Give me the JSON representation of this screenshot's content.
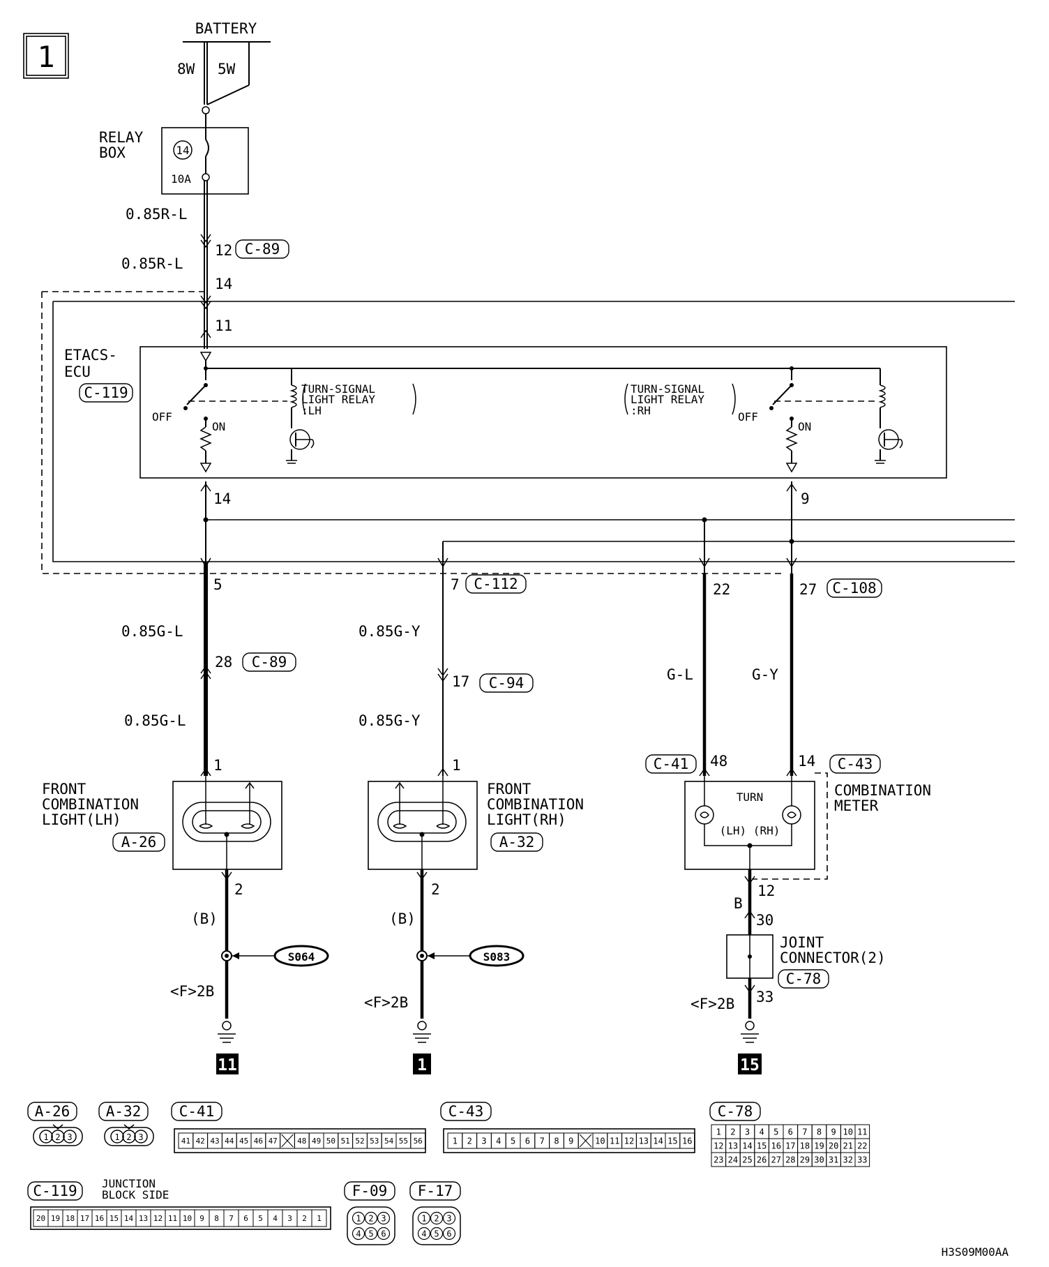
{
  "page_number": "1",
  "battery": {
    "label": "BATTERY",
    "fuse_a": "8W",
    "fuse_b": "5W"
  },
  "relay_box": {
    "label_line1": "RELAY",
    "label_line2": "BOX",
    "fuse_no": "14",
    "fuse_rating": "10A"
  },
  "feed_wire": {
    "upper": "0.85R-L",
    "lower": "0.85R-L",
    "pin_c89": "12",
    "conn_c89": "C-89",
    "pin_14": "14",
    "pin_11": "11"
  },
  "etacs": {
    "label_line1": "ETACS-",
    "label_line2": "ECU",
    "connector": "C-119",
    "relay_lh": {
      "line1": "TURN-SIGNAL",
      "line2": "LIGHT RELAY",
      "line3": ":LH",
      "off": "OFF",
      "on": "ON"
    },
    "relay_rh": {
      "line1": "TURN-SIGNAL",
      "line2": "LIGHT RELAY",
      "line3": ":RH",
      "off": "OFF",
      "on": "ON"
    },
    "pin_out_lh": "14",
    "pin_out_rh": "9"
  },
  "circuit_lh": {
    "pin_top": "5",
    "wire1": "0.85G-L",
    "pin_mid": "28",
    "conn_mid": "C-89",
    "wire2": "0.85G-L",
    "pin_lamp": "1",
    "lamp_line1": "FRONT",
    "lamp_line2": "COMBINATION",
    "lamp_line3": "LIGHT(LH)",
    "lamp_conn": "A-26",
    "pin_ground": "2",
    "ground_wire": "(B)",
    "splice": "S064",
    "ground_wire2": "<F>2B",
    "ground_no": "11"
  },
  "circuit_rh": {
    "pin_top": "7",
    "conn_top": "C-112",
    "wire1": "0.85G-Y",
    "pin_mid": "17",
    "conn_mid": "C-94",
    "wire2": "0.85G-Y",
    "pin_lamp": "1",
    "lamp_line1": "FRONT",
    "lamp_line2": "COMBINATION",
    "lamp_line3": "LIGHT(RH)",
    "lamp_conn": "A-32",
    "pin_ground": "2",
    "ground_wire": "(B)",
    "splice": "S083",
    "ground_wire2": "<F>2B",
    "ground_no": "1"
  },
  "meter": {
    "pin_lh_top": "22",
    "pin_rh_top": "27",
    "conn_top": "C-108",
    "wire_lh": "G-L",
    "wire_rh": "G-Y",
    "conn_lh": "C-41",
    "pin_lh": "48",
    "pin_rh": "14",
    "conn_rh": "C-43",
    "label_line1": "COMBINATION",
    "label_line2": "METER",
    "turn_label": "TURN",
    "lh_rh_label": "(LH) (RH)",
    "pin_ground": "12",
    "ground_wire": "B",
    "pin_joint_in": "30",
    "joint_line1": "JOINT",
    "joint_line2": "CONNECTOR(2)",
    "joint_conn": "C-78",
    "pin_joint_out": "33",
    "ground_wire2": "<F>2B",
    "ground_no": "15"
  },
  "connectors": {
    "a26": {
      "name": "A-26",
      "pins": [
        "1",
        "2",
        "3"
      ]
    },
    "a32": {
      "name": "A-32",
      "pins": [
        "1",
        "2",
        "3"
      ]
    },
    "c41": {
      "name": "C-41",
      "pins": [
        "41",
        "42",
        "43",
        "44",
        "45",
        "46",
        "47",
        "",
        "48",
        "49",
        "50",
        "51",
        "52",
        "53",
        "54",
        "55",
        "56"
      ]
    },
    "c43": {
      "name": "C-43",
      "pins": [
        "1",
        "2",
        "3",
        "4",
        "5",
        "6",
        "7",
        "8",
        "9",
        "",
        "10",
        "11",
        "12",
        "13",
        "14",
        "15",
        "16"
      ]
    },
    "c78": {
      "name": "C-78",
      "rows": [
        [
          "1",
          "2",
          "3",
          "4",
          "5",
          "6",
          "7",
          "8",
          "9",
          "10",
          "11"
        ],
        [
          "12",
          "13",
          "14",
          "15",
          "16",
          "17",
          "18",
          "19",
          "20",
          "21",
          "22"
        ],
        [
          "23",
          "24",
          "25",
          "26",
          "27",
          "28",
          "29",
          "30",
          "31",
          "32",
          "33"
        ]
      ]
    },
    "c119": {
      "name": "C-119",
      "side_line1": "JUNCTION",
      "side_line2": "BLOCK SIDE",
      "pins": [
        "20",
        "19",
        "18",
        "17",
        "16",
        "15",
        "14",
        "13",
        "12",
        "11",
        "10",
        "9",
        "8",
        "7",
        "6",
        "5",
        "4",
        "3",
        "2",
        "1"
      ]
    },
    "f09": {
      "name": "F-09",
      "row1": [
        "1",
        "2",
        "3"
      ],
      "row2": [
        "4",
        "5",
        "6"
      ]
    },
    "f17": {
      "name": "F-17",
      "row1": [
        "1",
        "2",
        "3"
      ],
      "row2": [
        "4",
        "5",
        "6"
      ]
    }
  },
  "drawing_code": "H3S09M00AA"
}
